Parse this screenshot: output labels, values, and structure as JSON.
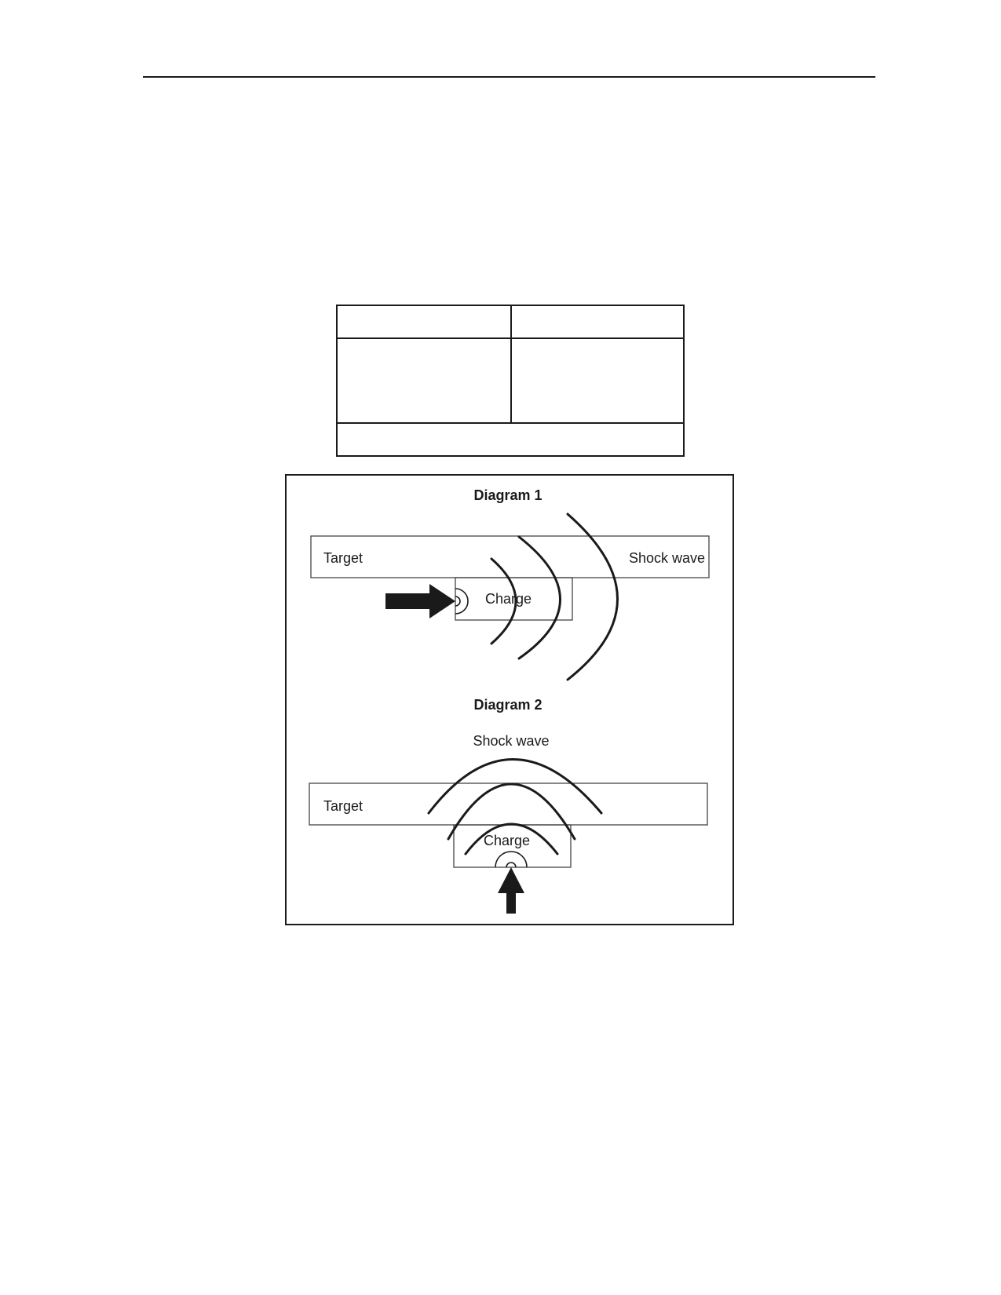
{
  "diagram1": {
    "title": "Diagram 1",
    "target_label": "Target",
    "shock_wave_label": "Shock wave",
    "charge_label": "Charge"
  },
  "diagram2": {
    "title": "Diagram 2",
    "target_label": "Target",
    "shock_wave_label": "Shock wave",
    "charge_label": "Charge"
  }
}
